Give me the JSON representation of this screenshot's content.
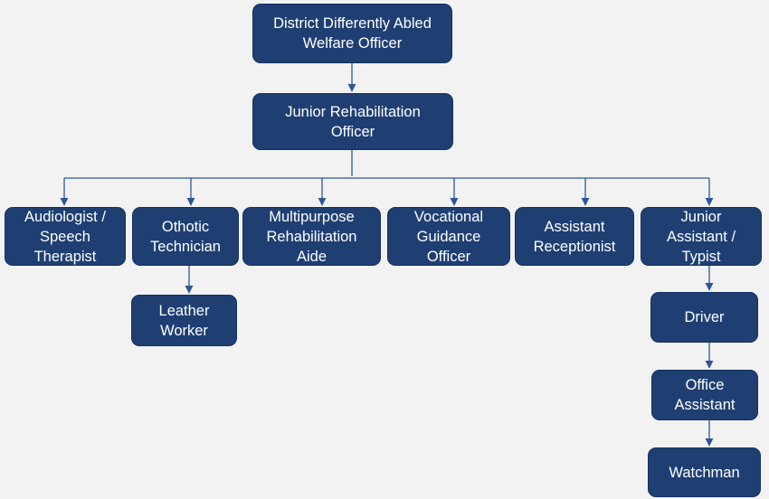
{
  "nodes": {
    "dda_officer": "District Differently Abled\nWelfare Officer",
    "jr_rehab_officer": "Junior Rehabilitation\nOfficer",
    "audiologist": "Audiologist /\nSpeech\nTherapist",
    "othotic_tech": "Othotic\nTechnician",
    "multipurpose": "Multipurpose\nRehabilitation\nAide",
    "vocational": "Vocational\nGuidance\nOfficer",
    "receptionist": "Assistant\nReceptionist",
    "jr_assistant": "Junior\nAssistant /\nTypist",
    "leather": "Leather\nWorker",
    "driver": "Driver",
    "office_assistant": "Office\nAssistant",
    "watchman": "Watchman"
  },
  "colors": {
    "box_fill": "#1f3f73",
    "box_border": "#14305c",
    "connector": "#2f5597",
    "background": "#f2f2f2"
  }
}
